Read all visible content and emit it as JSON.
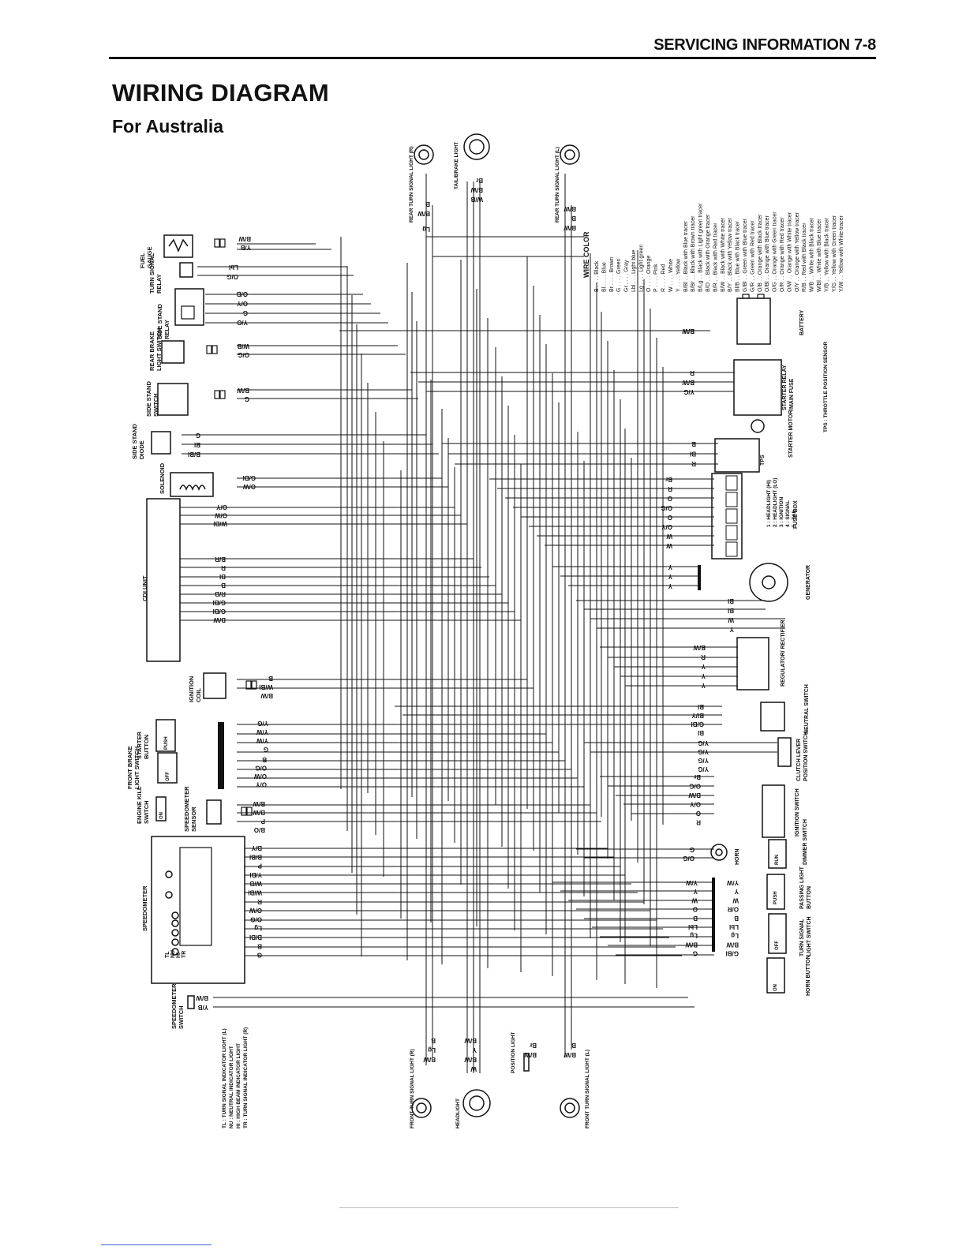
{
  "header": {
    "running_head": "SERVICING INFORMATION 7-8"
  },
  "title": "WIRING DIAGRAM",
  "subtitle": "For Australia",
  "components_left": [
    "FUEL GAUGE",
    "TURN SIGNAL RELAY",
    "SIDE STAND RELAY",
    "REAR BRAKE LIGHT SWITCH",
    "SIDE STAND SWITCH",
    "SIDE STAND DIODE",
    "SOLENOID",
    "CDI UNIT",
    "IGNITION COIL",
    "STARTER BUTTON",
    "FRONT BRAKE LIGHT SWITCH",
    "ENGINE KILL SWITCH",
    "SPEEDOMETER SENSOR",
    "SPEEDOMETER",
    "SPEEDOMETER SWITCH"
  ],
  "components_top": [
    "REAR TURN SIGNAL LIGHT (R)",
    "TAIL/BRAKE LIGHT",
    "REAR TURN SIGNAL LIGHT (L)"
  ],
  "components_bottom": [
    "FRONT TURN SIGNAL LIGHT (R)",
    "HEADLIGHT",
    "POSITION LIGHT",
    "FRONT TURN SIGNAL LIGHT (L)"
  ],
  "components_right": [
    "BATTERY",
    "STARTER RELAY /MAIN FUSE",
    "STARTER MOTOR",
    "TPS",
    "FUSE BOX",
    "GENERATOR",
    "REGULATOR/ RECTIFIER",
    "NEUTRAL SWITCH",
    "CLUTCH LEVER POSITION SWITCH",
    "IGNITION SWITCH",
    "HORN",
    "DIMMER SWITCH",
    "PASSING LIGHT BUTTON",
    "TURN SIGNAL LIGHT SWITCH",
    "HORN BUTTON"
  ],
  "fuse_box_legend": [
    "1 : HEADLIGHT (HI)",
    "2 : HEADLIGHT (LO)",
    "3 : IGNITION",
    "4 : SIGNAL",
    "5 : TAIL"
  ],
  "tps_note": "TPS : THROTTLE POSITION SENSOR",
  "indicator_legend": [
    "TL : TURN SIGNAL INDICATOR LIGHT (L)",
    "NU : NEUTRAL INDICATOR LIGHT",
    "HI : HIGH BEAM INDICATOR LIGHT",
    "TR : TURN SIGNAL INDICATOR LIGHT (R)"
  ],
  "indicator_codes": [
    "TL",
    "NU",
    "HI",
    "TR"
  ],
  "wire_color": {
    "title": "WIRE COLOR",
    "entries": [
      "B . . . . Black",
      "Bl . . . . Blue",
      "Br . . . . Brown",
      "G . . . . Green",
      "Gr . . . . Gray",
      "Lbl . . . Light blue",
      "Lg . . . . Light green",
      "O . . . . Orange",
      "P . . . . Pink",
      "R . . . . Red",
      "W . . . . White",
      "Y . . . . Yellow",
      "B/Bl . . Black with Blue tracer",
      "B/Br . . Black with Brown tracer",
      "B/Lg . . Black with Light green tracer",
      "B/O . . Black with Orange tracer",
      "B/R . . Black with Red tracer",
      "B/W . . Black with White tracer",
      "B/Y . . Black with Yellow tracer",
      "Bl/B . . Blue with Black tracer",
      "G/Bl . . Green with Blue tracer",
      "G/R . . Green with Red tracer",
      "O/B . . Orange with Black tracer",
      "O/Bl . . Orange with Blue tracer",
      "O/G . . Orange with Green tracer",
      "O/R . . Orange with Red tracer",
      "O/W . . Orange with White tracer",
      "O/Y . . Orange with Yellow tracer",
      "R/B . . Red with Black tracer",
      "W/B . . White with Black tracer",
      "W/Bl . . White with Blue tracer",
      "Y/B . . Yellow with Black tracer",
      "Y/G . . Yellow with Green tracer",
      "Y/W . . Yellow with White tracer"
    ]
  },
  "wire_labels": {
    "fuel_gauge": [
      "B/W",
      "Y/B"
    ],
    "turn_signal_relay": [
      "Lbl",
      "O/G"
    ],
    "side_stand_relay": [
      "O/B",
      "O/Y",
      "G",
      "Y/O"
    ],
    "rear_brake": [
      "W/B",
      "O/G"
    ],
    "side_stand_switch": [
      "B/W",
      "G"
    ],
    "side_stand_diode": [
      "G",
      "Bl",
      "B/Bl"
    ],
    "solenoid": [
      "G/Bl",
      "O/W"
    ],
    "cdi_upper": [
      "O/Y",
      "O/W",
      "W/Bl"
    ],
    "cdi_lower": [
      "B/R",
      "R",
      "Bl",
      "B",
      "R/B",
      "G/Bl",
      "G/Bl",
      "B/W"
    ],
    "ignition_coil": [
      "B",
      "W/Bl",
      "B/W"
    ],
    "starter_button": [
      "Y/G",
      "Y/W",
      "Y/W",
      "G"
    ],
    "front_brake": [
      "B",
      "O/G",
      "O/W",
      "O/Y"
    ],
    "kill_speed": [
      "B/W",
      "B/W",
      "P",
      "B/O"
    ],
    "speedometer": [
      "B/Y",
      "B/Bl",
      "P",
      "Y/Bl",
      "W/B",
      "W/Bl",
      "R",
      "O/W",
      "O/G",
      "Lg",
      "B/Bl",
      "B",
      "G"
    ],
    "speedo_switch": [
      "B/W",
      "Y/B"
    ],
    "top_lights": [
      "B",
      "B/W",
      "Br",
      "B/W",
      "W/B",
      "Lg",
      "B/W",
      "B",
      "B/W"
    ],
    "battery": [
      "B/W",
      "B/W"
    ],
    "starter_relay": [
      "R",
      "B/W",
      "Y/G"
    ],
    "tps": [
      "B",
      "Bl",
      "R"
    ],
    "fuse_box": [
      "Br",
      "R",
      "O",
      "O/G",
      "O",
      "O/Y",
      "W",
      "W"
    ],
    "generator": [
      "Y",
      "Y",
      "Y"
    ],
    "gen_lower": [
      "Bl",
      "Bl",
      "W",
      "Y"
    ],
    "regulator": [
      "B/W",
      "R",
      "Y",
      "Y",
      "Y"
    ],
    "neutral": [
      "Bl",
      "Bl/Y",
      "G/Bl",
      "Bl"
    ],
    "clutch": [
      "Y/G",
      "Y/G",
      "Y/G",
      "Y/G"
    ],
    "ignition_switch": [
      "Br",
      "O/G",
      "B/W",
      "O/Y",
      "O",
      "R"
    ],
    "horn": [
      "G",
      "O/G"
    ],
    "switches_right": [
      "Y/W",
      "Y/W",
      "Y",
      "Y",
      "W",
      "W",
      "O",
      "O/R",
      "B",
      "B",
      "Lbl",
      "Lbl",
      "Lg",
      "Lg",
      "B/W",
      "B/W",
      "G",
      "G/Bl"
    ],
    "bottom_lights": [
      "B",
      "Lg",
      "B/W",
      "B/W",
      "Y",
      "B/W",
      "W",
      "Br",
      "B/W",
      "B",
      "B/W"
    ]
  },
  "switch_cells": [
    "PUSH",
    "OFF",
    "ON",
    "RUN"
  ]
}
